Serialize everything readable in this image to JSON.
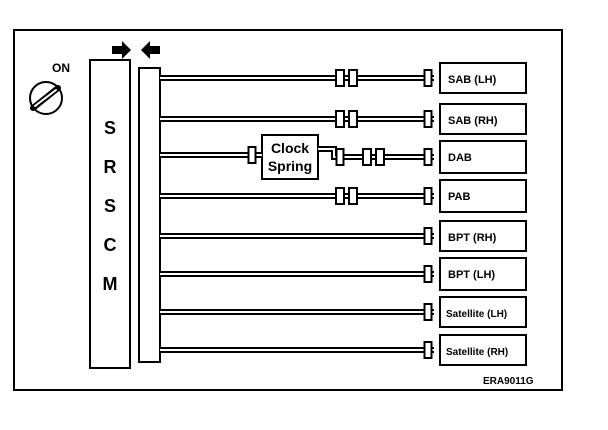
{
  "ignition": {
    "label": "ON",
    "icon": "ignition-key-icon"
  },
  "module": {
    "letters": [
      "S",
      "R",
      "S",
      "C",
      "M"
    ],
    "arrows_icon": "connector-arrows-icon"
  },
  "clock_spring": {
    "line1": "Clock",
    "line2": "Spring"
  },
  "components": [
    {
      "label": "SAB (LH)"
    },
    {
      "label": "SAB (RH)"
    },
    {
      "label": "DAB"
    },
    {
      "label": "PAB"
    },
    {
      "label": "BPT (RH)"
    },
    {
      "label": "BPT (LH)"
    },
    {
      "label": "Satellite (LH)"
    },
    {
      "label": "Satellite (RH)"
    }
  ],
  "figure_code": "ERA9011G",
  "colors": {
    "ink": "#000000",
    "paper": "#ffffff"
  }
}
